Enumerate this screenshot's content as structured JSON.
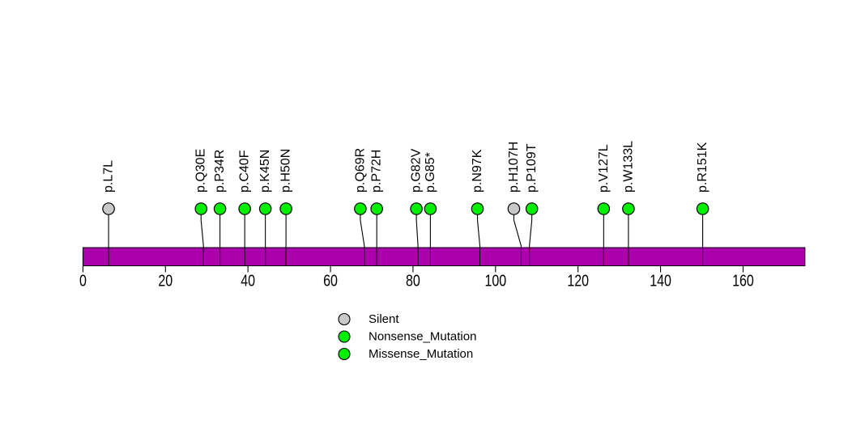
{
  "chart_data": {
    "type": "lollipop",
    "title": "",
    "xlabel": "",
    "ylabel": "",
    "xlim": [
      0,
      175
    ],
    "protein_length_aa": 175,
    "axis_ticks": [
      0,
      20,
      40,
      60,
      80,
      100,
      120,
      140,
      160
    ],
    "grid": "off",
    "background_color": "#FFFFFF",
    "bar_color": "#AD00AD",
    "stick_color": "#000000",
    "outline_color": "#000000",
    "mutation_type_colors": {
      "Silent": "#C8C8C8",
      "Nonsense_Mutation": "#00F000",
      "Missense_Mutation": "#00F000"
    },
    "mutations": [
      {
        "label": "p.L7L",
        "position": 7,
        "type": "Silent"
      },
      {
        "label": "p.Q30E",
        "position": 30,
        "type": "Missense_Mutation"
      },
      {
        "label": "p.P34R",
        "position": 34,
        "type": "Missense_Mutation"
      },
      {
        "label": "p.C40F",
        "position": 40,
        "type": "Missense_Mutation"
      },
      {
        "label": "p.K45N",
        "position": 45,
        "type": "Missense_Mutation"
      },
      {
        "label": "p.H50N",
        "position": 50,
        "type": "Missense_Mutation"
      },
      {
        "label": "p.Q69R",
        "position": 69,
        "type": "Missense_Mutation"
      },
      {
        "label": "p.P72H",
        "position": 72,
        "type": "Missense_Mutation"
      },
      {
        "label": "p.G82V",
        "position": 82,
        "type": "Missense_Mutation"
      },
      {
        "label": "p.G85*",
        "position": 85,
        "type": "Nonsense_Mutation"
      },
      {
        "label": "p.N97K",
        "position": 97,
        "type": "Missense_Mutation"
      },
      {
        "label": "p.H107H",
        "position": 107,
        "type": "Silent"
      },
      {
        "label": "p.P109T",
        "position": 109,
        "type": "Missense_Mutation"
      },
      {
        "label": "p.V127L",
        "position": 127,
        "type": "Missense_Mutation"
      },
      {
        "label": "p.W133L",
        "position": 133,
        "type": "Missense_Mutation"
      },
      {
        "label": "p.R151K",
        "position": 151,
        "type": "Missense_Mutation"
      }
    ],
    "legend": {
      "position": "bottom-center",
      "items": [
        {
          "label": "Silent",
          "color": "#C8C8C8"
        },
        {
          "label": "Nonsense_Mutation",
          "color": "#00F000"
        },
        {
          "label": "Missense_Mutation",
          "color": "#00F000"
        }
      ]
    }
  }
}
